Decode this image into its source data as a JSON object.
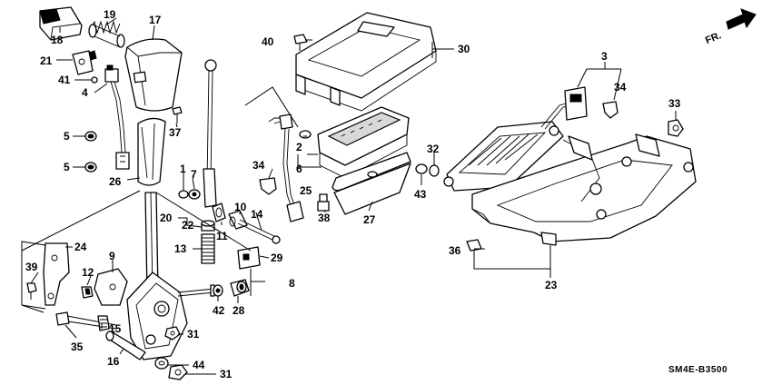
{
  "direction_label": "FR.",
  "diagram_code": "SM4E-B3500",
  "callouts": {
    "p1": "1",
    "p2": "2",
    "p3": "3",
    "p4": "4",
    "p5a": "5",
    "p5b": "5",
    "p6": "6",
    "p7": "7",
    "p8": "8",
    "p9": "9",
    "p10": "10",
    "p11": "11",
    "p12": "12",
    "p13": "13",
    "p14": "14",
    "p15": "15",
    "p16": "16",
    "p17": "17",
    "p18": "18",
    "p19": "19",
    "p20": "20",
    "p21": "21",
    "p22": "22",
    "p23": "23",
    "p24": "24",
    "p25": "25",
    "p26": "26",
    "p27": "27",
    "p28": "28",
    "p29": "29",
    "p30": "30",
    "p31a": "31",
    "p31b": "31",
    "p32": "32",
    "p33": "33",
    "p34a": "34",
    "p34b": "34",
    "p35": "35",
    "p36": "36",
    "p37": "37",
    "p38": "38",
    "p39": "39",
    "p40": "40",
    "p41": "41",
    "p42": "42",
    "p43": "43",
    "p44": "44"
  },
  "icons": {
    "direction_arrow": "fr-arrow-icon"
  }
}
